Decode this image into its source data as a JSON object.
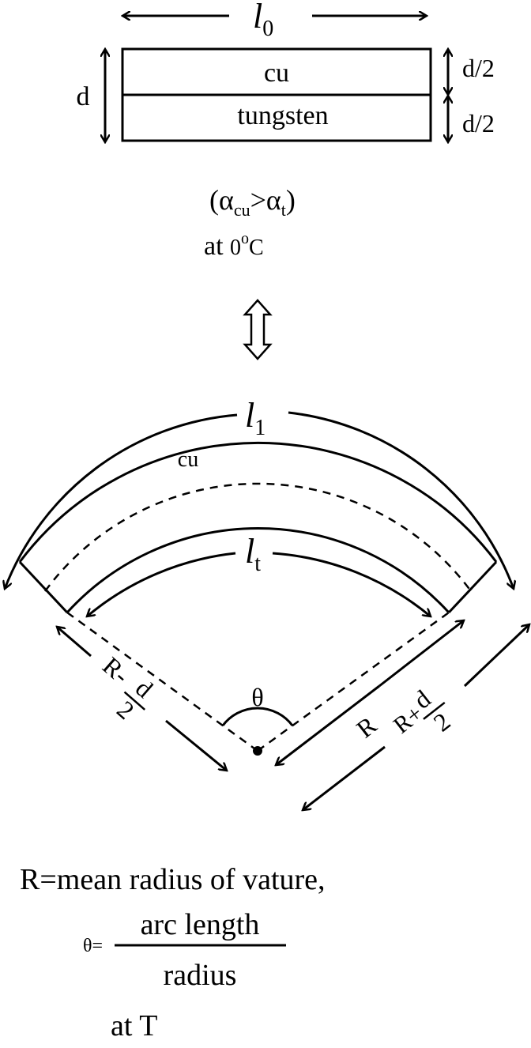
{
  "top": {
    "length_label": "l",
    "length_sub": "0",
    "thickness_label": "d",
    "half_top": "d/2",
    "half_bottom": "d/2",
    "layer_top": "cu",
    "layer_bottom": "tungsten",
    "condition_open": "(α",
    "condition_sub1": "cu",
    "condition_mid": ">α",
    "condition_sub2": "t",
    "condition_close": ")",
    "temp_prefix": "at ",
    "temp_value": "0",
    "temp_sup": "o",
    "temp_unit": "C"
  },
  "bent": {
    "outer_label": "l",
    "outer_sub": "1",
    "inner_label": "l",
    "inner_sub": "t",
    "layer_label": "cu",
    "angle_label": "θ",
    "r_minus_R": "R-",
    "r_minus_num": "d",
    "r_minus_den": "2",
    "r_label": "R",
    "r_plus_R": "R+",
    "r_plus_num": "d",
    "r_plus_den": "2"
  },
  "footer": {
    "definition": "R=mean radius of vature,",
    "theta_prefix": "θ=",
    "numerator": "arc length",
    "denominator": "radius",
    "temp_label": "at T"
  }
}
